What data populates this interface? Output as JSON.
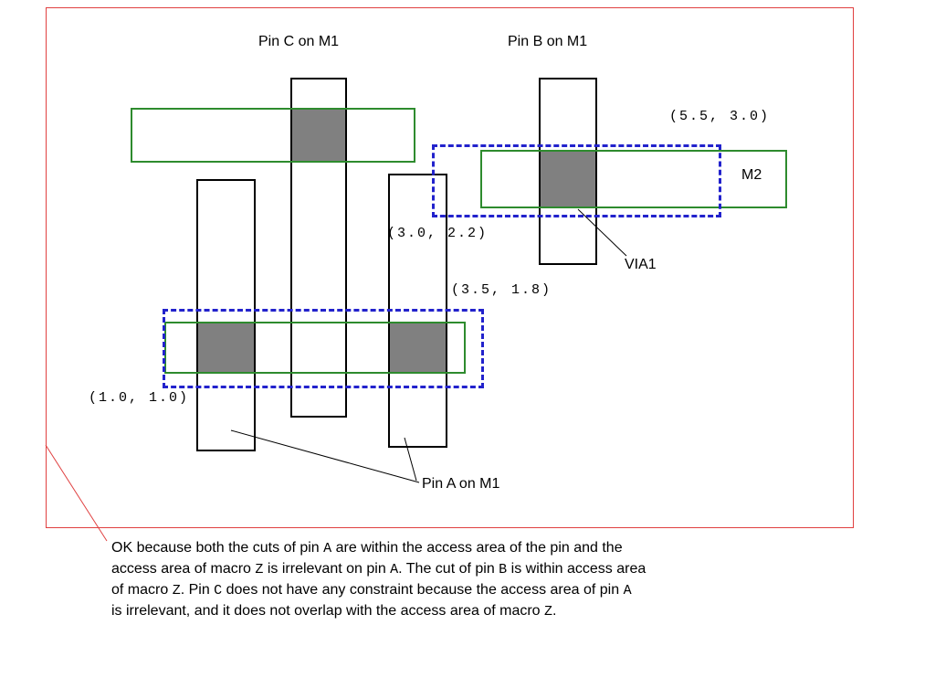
{
  "colors": {
    "frame": "#e04040",
    "pin_outline": "#000000",
    "access_area": "#2e8b2e",
    "macro_access": "#2222cc",
    "cut_fill": "#808080"
  },
  "diagram": {
    "pin_c_label": "Pin C on M1",
    "pin_b_label": "Pin B on M1",
    "pin_a_label": "Pin A on M1",
    "m2_label": "M2",
    "via1_label": "VIA1",
    "coords": {
      "top_right": "(5.5, 3.0)",
      "blue_right_corner": "(3.0, 2.2)",
      "blue_bottom_corner": "(3.5, 1.8)",
      "bottom_left": "(1.0, 1.0)"
    }
  },
  "caption": {
    "lines": [
      [
        {
          "text": "OK because both the cuts of pin "
        },
        {
          "text": "A",
          "mono": true
        },
        {
          "text": " are within the access area of the pin and the"
        }
      ],
      [
        {
          "text": "access area of macro "
        },
        {
          "text": "Z",
          "mono": true
        },
        {
          "text": " is irrelevant on pin "
        },
        {
          "text": "A",
          "mono": true
        },
        {
          "text": ". The cut of pin "
        },
        {
          "text": "B",
          "mono": true
        },
        {
          "text": " is within access area"
        }
      ],
      [
        {
          "text": "of macro "
        },
        {
          "text": "Z",
          "mono": true
        },
        {
          "text": ". Pin "
        },
        {
          "text": "C",
          "mono": true
        },
        {
          "text": " does not have any constraint because the access area of pin "
        },
        {
          "text": "A",
          "mono": true
        }
      ],
      [
        {
          "text": "is irrelevant, and it does not overlap with the access area of macro "
        },
        {
          "text": "Z",
          "mono": true
        },
        {
          "text": "."
        }
      ]
    ]
  }
}
